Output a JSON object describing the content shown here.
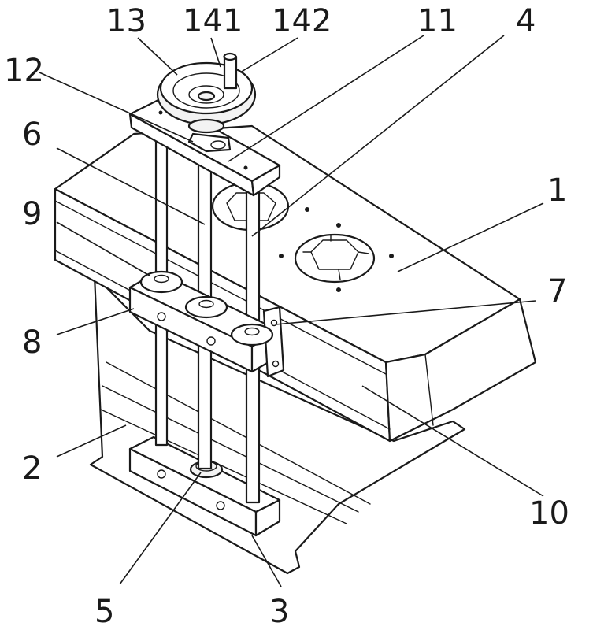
{
  "labels": {
    "l1": "1",
    "l2": "2",
    "l3": "3",
    "l4": "4",
    "l5": "5",
    "l6": "6",
    "l7": "7",
    "l8": "8",
    "l9": "9",
    "l10": "10",
    "l11": "11",
    "l12": "12",
    "l13": "13",
    "l141": "141",
    "l142": "142"
  }
}
